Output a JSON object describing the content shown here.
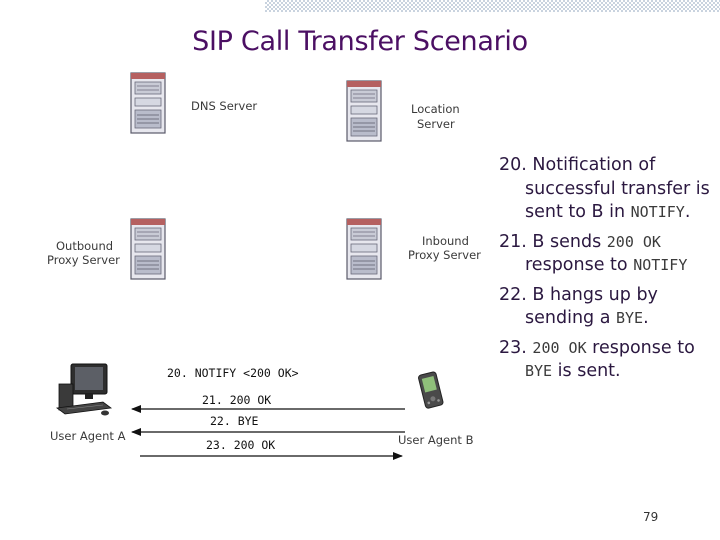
{
  "slide": {
    "title": "SIP Call Transfer Scenario",
    "page_number": "79"
  },
  "nodes": {
    "dns_server": "DNS Server",
    "location_server_1": "Location",
    "location_server_2": "Server",
    "outbound_proxy_1": "Outbound",
    "outbound_proxy_2": "Proxy Server",
    "inbound_proxy_1": "Inbound",
    "inbound_proxy_2": "Proxy Server",
    "user_agent_a": "User Agent A",
    "user_agent_b": "User Agent B"
  },
  "bullets": [
    {
      "num": "20.",
      "text_a": "Notification of successful transfer is sent to B in ",
      "code_a": "NOTIFY",
      "text_b": "."
    },
    {
      "num": "21.",
      "text_a": "B sends ",
      "code_a": "200 OK",
      "text_b": " response to ",
      "code_b": "NOTIFY"
    },
    {
      "num": "22.",
      "text_a": "B hangs up by sending a ",
      "code_a": "BYE",
      "text_b": "."
    },
    {
      "num": "23.",
      "code_a": "200 OK",
      "text_a": " response to ",
      "code_b": "BYE",
      "text_b": " is sent."
    }
  ],
  "messages": {
    "m20": "20. NOTIFY <200 OK>",
    "m21": "21. 200 OK",
    "m22": "22. BYE",
    "m23": "23. 200 OK"
  }
}
